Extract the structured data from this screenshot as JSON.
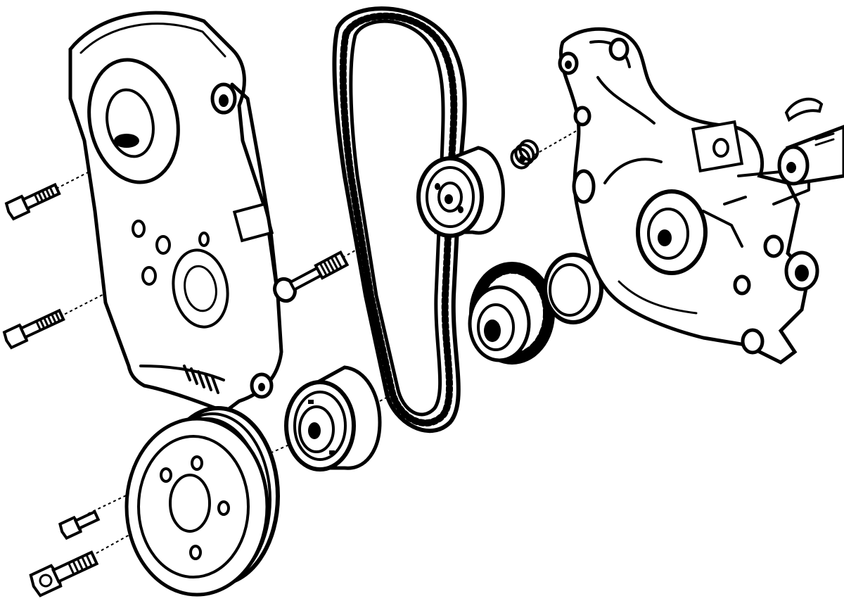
{
  "figure": {
    "background": "#ffffff",
    "ink_color": "#000000",
    "parts": [
      "timing-cover",
      "cover-bolt",
      "timing-belt",
      "tensioner-pulley",
      "tensioner-stud",
      "tensioner-spring",
      "crankshaft-sprocket",
      "oil-seal",
      "oil-pump-housing",
      "woodruff-key",
      "crankshaft-end",
      "crankshaft-damper",
      "crankshaft-pulley",
      "pulley-bolt"
    ]
  }
}
